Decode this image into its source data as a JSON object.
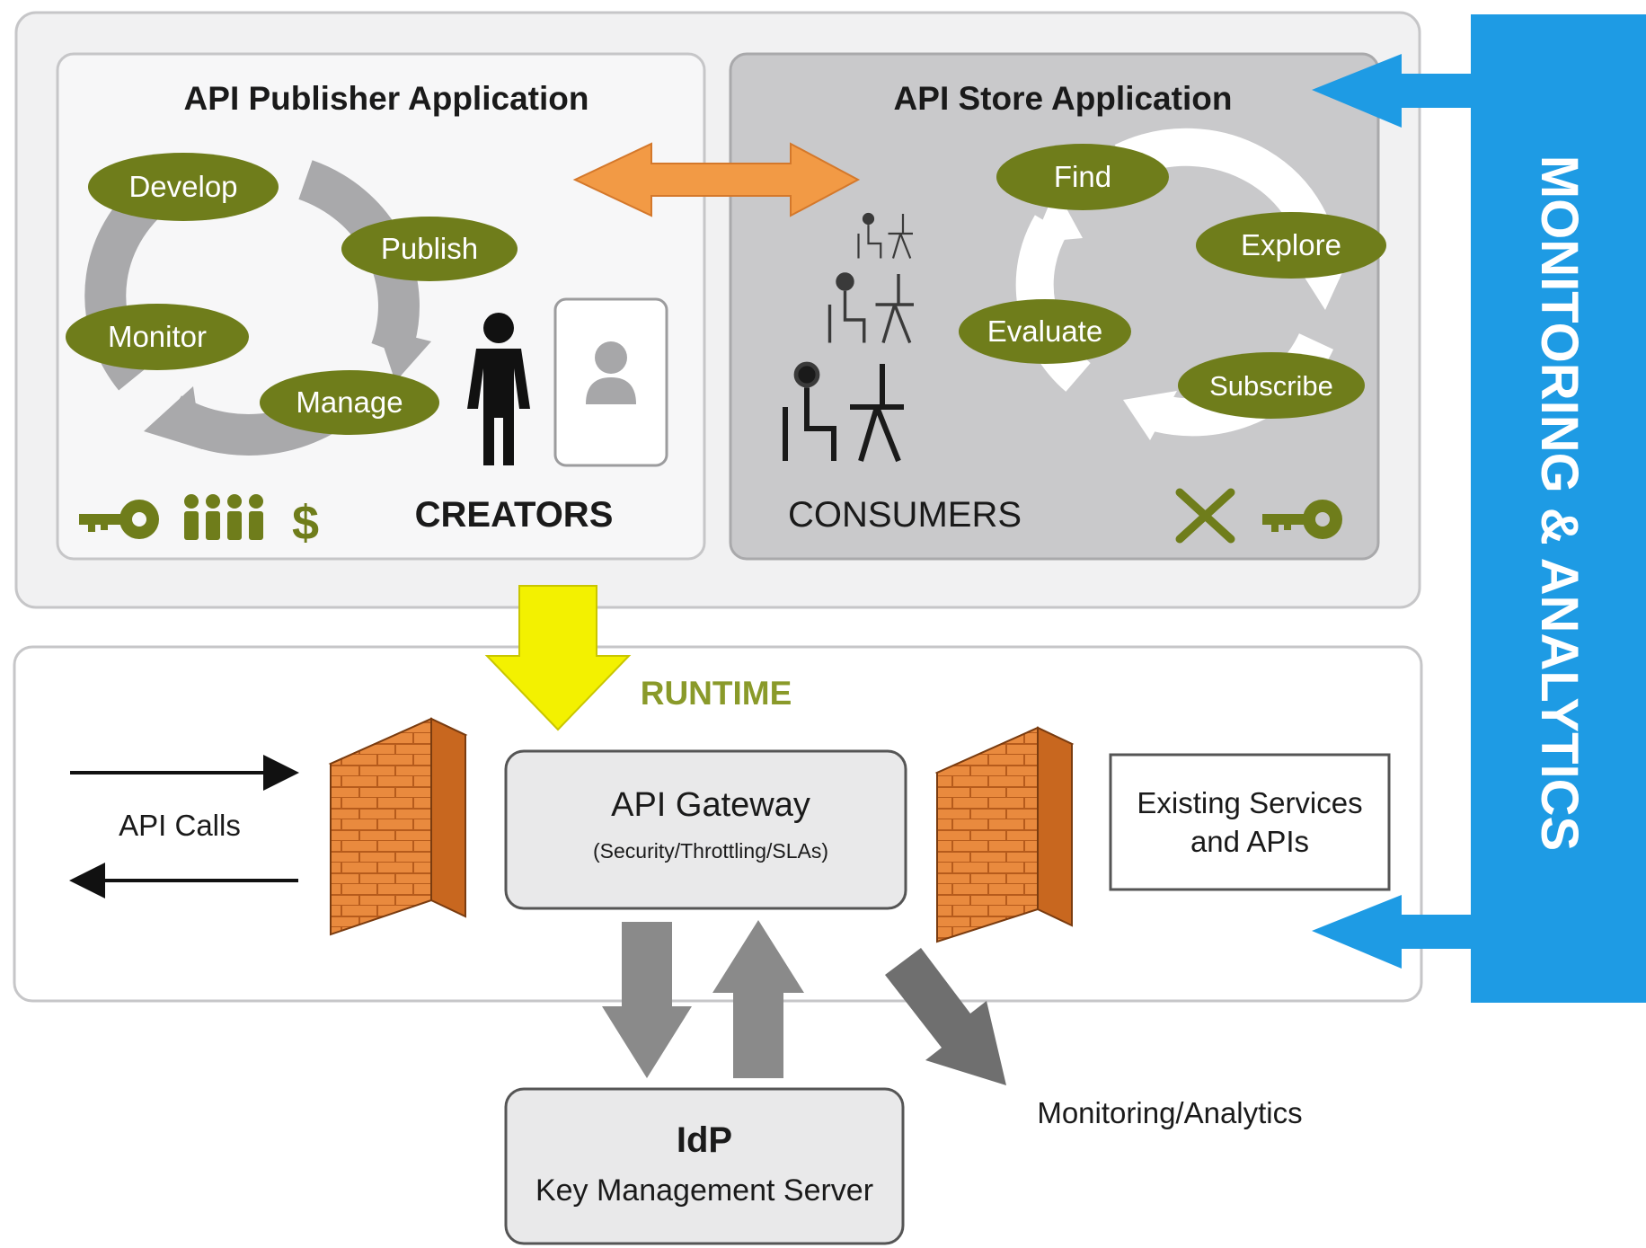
{
  "publisher": {
    "title": "API Publisher Application",
    "cycle": [
      "Develop",
      "Publish",
      "Monitor",
      "Manage"
    ],
    "role": "CREATORS"
  },
  "store": {
    "title": "API Store Application",
    "cycle": [
      "Find",
      "Explore",
      "Evaluate",
      "Subscribe"
    ],
    "role": "CONSUMERS"
  },
  "runtime": {
    "title": "RUNTIME",
    "api_calls": "API Calls",
    "gateway_title": "API Gateway",
    "gateway_sub": "(Security/Throttling/SLAs)",
    "existing_line1": "Existing Services",
    "existing_line2": "and APIs"
  },
  "side_bar": "MONITORING & ANALYTICS",
  "idp": {
    "title": "IdP",
    "subtitle": "Key Management Server"
  },
  "analytics_label": "Monitoring/Analytics",
  "icons": {
    "key": "key-icon",
    "people": "people-group-icon",
    "dollar": "dollar-icon",
    "person": "person-silhouette-icon",
    "id_card": "user-card-icon",
    "desk_worker": "desk-worker-icon",
    "tools": "tools-icon",
    "firewall": "brick-firewall-icon"
  },
  "colors": {
    "olive": "#6f7d1b",
    "blue": "#1e9be4",
    "orange": "#f29a45",
    "yellow": "#f3f100",
    "panel_gray": "#c9c9cb",
    "arrow_gray": "#8a8a8a"
  }
}
